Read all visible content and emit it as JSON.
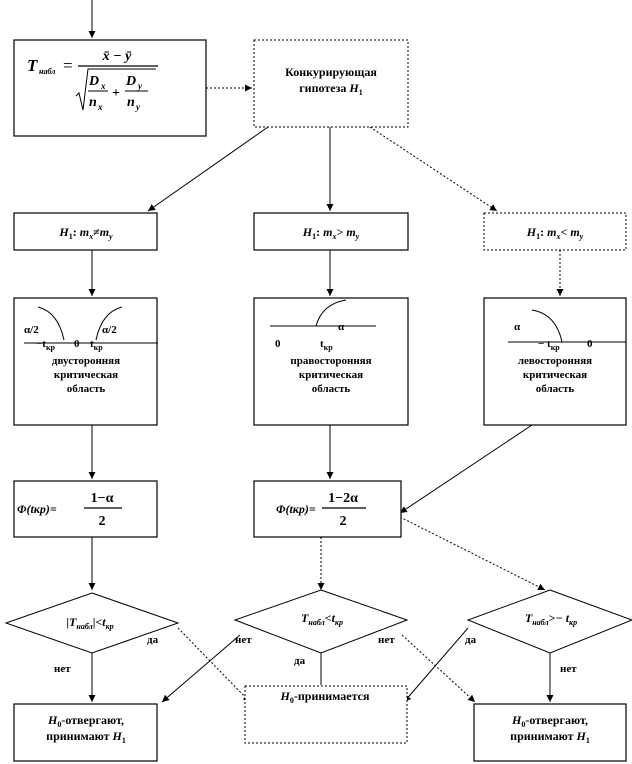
{
  "formula_box": {
    "T_symbol": "T",
    "T_subscript": "набл",
    "equals": "=",
    "numerator": "x̄ − ȳ",
    "Dx_letter": "D",
    "Dx_sub": "x",
    "nx_letter": "n",
    "nx_sub": "x",
    "plus": "+",
    "Dy_letter": "D",
    "Dy_sub": "y",
    "ny_letter": "n",
    "ny_sub": "y"
  },
  "competing_box": {
    "line1": "Конкурирующая",
    "line2": "гипотеза",
    "H": "H",
    "sub": "1"
  },
  "hypotheses": [
    {
      "H": "H",
      "Hsub": "1",
      "colon": ":",
      "m1": "m",
      "m1sub": "x",
      "op": "≠",
      "m2": "m",
      "m2sub": "y"
    },
    {
      "H": "H",
      "Hsub": "1",
      "colon": ":",
      "m1": "m",
      "m1sub": "x",
      "op": ">",
      "m2": "m",
      "m2sub": "y"
    },
    {
      "H": "H",
      "Hsub": "1",
      "colon": ":",
      "m1": "m",
      "m1sub": "x",
      "op": "<",
      "m2": "m",
      "m2sub": "y"
    }
  ],
  "regions": {
    "two_sided": {
      "alpha_left": "α/2",
      "alpha_right": "α/2",
      "neg_t": "−t",
      "neg_t_sub": "кр",
      "zero": "0",
      "pos_t": "t",
      "pos_t_sub": "кр",
      "line1": "двусторонняя",
      "line2": "критическая",
      "line3": "область"
    },
    "right_sided": {
      "alpha": "α",
      "zero": "0",
      "t": "t",
      "t_sub": "кр",
      "line1": "правосторонняя",
      "line2": "критическая",
      "line3": "область"
    },
    "left_sided": {
      "alpha": "α",
      "neg_t": "− t",
      "neg_t_sub": "кр",
      "zero": "0",
      "line1": "левосторонняя",
      "line2": "критическая",
      "line3": "область"
    }
  },
  "laplace_boxes": [
    {
      "phi": "Φ(tкр)=",
      "numerator": "1−α",
      "denominator": "2"
    },
    {
      "phi": "Φ(tкр)=",
      "numerator": "1−2α",
      "denominator": "2"
    }
  ],
  "conditions": [
    {
      "bar_left": "|",
      "T": "T",
      "Tsub": "набл",
      "bar_right": "|",
      "op": "<",
      "t": "t",
      "tsub": "кр"
    },
    {
      "T": "T",
      "Tsub": "набл",
      "op": "<",
      "t": "t",
      "tsub": "кр"
    },
    {
      "T": "T",
      "Tsub": "набл",
      "op": ">",
      "t": "− t",
      "tsub": "кр"
    }
  ],
  "branch_labels": {
    "yes": "да",
    "no": "нет"
  },
  "outcomes": {
    "reject": {
      "H": "H",
      "Hsub": "0",
      "text1": "-отвергают,",
      "text2": "принимают",
      "H1": "H",
      "H1sub": "1"
    },
    "accept": {
      "H": "H",
      "Hsub": "0",
      "text": "-принимается"
    }
  }
}
